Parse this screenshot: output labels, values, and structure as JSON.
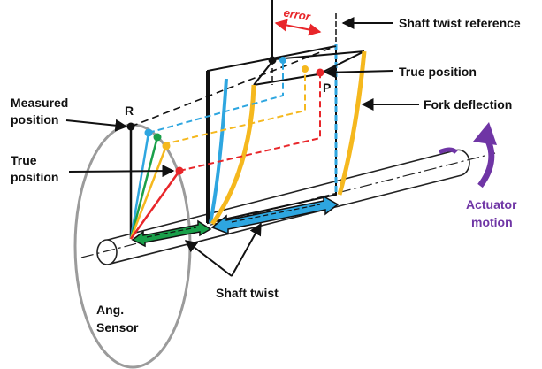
{
  "labels": {
    "error": "error",
    "shaft_twist_reference": "Shaft twist reference",
    "true_position_top": "True position",
    "fork_deflection": "Fork deflection",
    "measured_line1": "Measured",
    "measured_line2": "position",
    "true_position_left_line1": "True",
    "true_position_left_line2": "position",
    "point_r": "R",
    "point_p": "P",
    "actuator_line1": "Actuator",
    "actuator_line2": "motion",
    "shaft_twist": "Shaft twist",
    "sensor_line1": "Ang.",
    "sensor_line2": "Sensor"
  },
  "colors": {
    "error_red": "#e8262a",
    "actuator_purple": "#6f35a5",
    "blue": "#2ea6e0",
    "gold": "#f5b81e",
    "green": "#1aa04a",
    "dark_green": "#0e7a2a",
    "sensor_gray": "#9b9b9b"
  }
}
